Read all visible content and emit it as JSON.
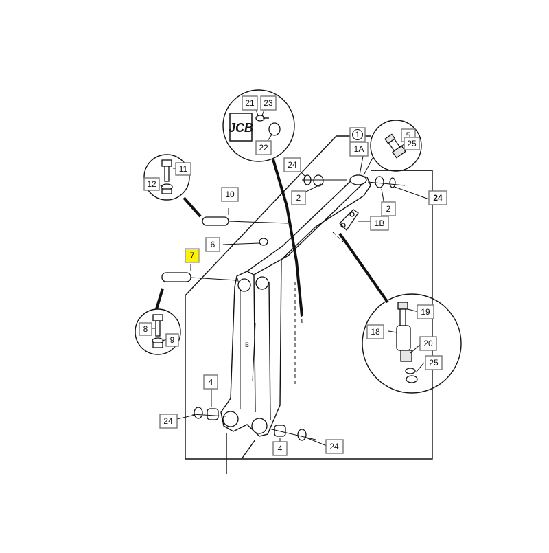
{
  "logo": "JCB",
  "callouts": [
    {
      "id": "c-1",
      "label": "1",
      "circled": true
    },
    {
      "id": "c-1a",
      "label": "1A"
    },
    {
      "id": "c-1b",
      "label": "1B"
    },
    {
      "id": "c-2a",
      "label": "2"
    },
    {
      "id": "c-2b",
      "label": "2"
    },
    {
      "id": "c-4a",
      "label": "4"
    },
    {
      "id": "c-4b",
      "label": "4"
    },
    {
      "id": "c-5",
      "label": "5"
    },
    {
      "id": "c-6",
      "label": "6"
    },
    {
      "id": "c-7",
      "label": "7",
      "highlighted": true
    },
    {
      "id": "c-8",
      "label": "8"
    },
    {
      "id": "c-9",
      "label": "9"
    },
    {
      "id": "c-10",
      "label": "10"
    },
    {
      "id": "c-11",
      "label": "11"
    },
    {
      "id": "c-12",
      "label": "12"
    },
    {
      "id": "c-18",
      "label": "18"
    },
    {
      "id": "c-19",
      "label": "19"
    },
    {
      "id": "c-20",
      "label": "20"
    },
    {
      "id": "c-21",
      "label": "21"
    },
    {
      "id": "c-22",
      "label": "22"
    },
    {
      "id": "c-23",
      "label": "23"
    },
    {
      "id": "c-24a",
      "label": "24"
    },
    {
      "id": "c-24b",
      "label": "24"
    },
    {
      "id": "c-24c",
      "label": "24"
    },
    {
      "id": "c-24d",
      "label": "24"
    },
    {
      "id": "c-25a",
      "label": "25"
    },
    {
      "id": "c-25b",
      "label": "25"
    }
  ],
  "colors": {
    "highlight": "#fff200",
    "ink": "#111111",
    "box_border": "#777777",
    "background": "#ffffff"
  }
}
